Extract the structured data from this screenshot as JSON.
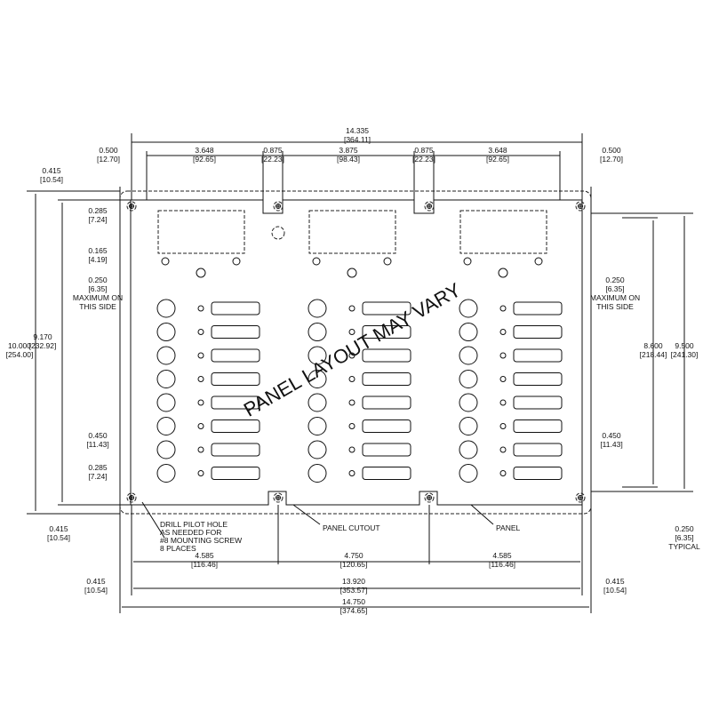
{
  "title": "Panel cutout drawing",
  "watermark": "PANEL LAYOUT MAY VARY",
  "top_dims": {
    "overall": [
      "14.335",
      "[364.11]"
    ],
    "left_margin": [
      "0.500",
      "[12.70]"
    ],
    "seg1": [
      "3.648",
      "[92.65]"
    ],
    "gap1": [
      "0.875",
      "[22.23]"
    ],
    "seg2": [
      "3.875",
      "[98.43]"
    ],
    "gap2": [
      "0.875",
      "[22.23]"
    ],
    "seg3": [
      "3.648",
      "[92.65]"
    ],
    "right_margin": [
      "0.500",
      "[12.70]"
    ],
    "corner": [
      "0.415",
      "[10.54]"
    ]
  },
  "left_dims": {
    "overall": [
      "10.000",
      "[254.00]"
    ],
    "inner": [
      "9.170",
      "[232.92]"
    ],
    "top_offset": [
      "0.285",
      "[7.24]"
    ],
    "top_offset2": [
      "0.165",
      "[4.19]"
    ],
    "side_max": [
      "0.250",
      "[6.35]",
      "MAXIMUM ON",
      "THIS SIDE"
    ],
    "lower": [
      "0.450",
      "[11.43]"
    ],
    "bottom_offset": [
      "0.285",
      "[7.24]"
    ],
    "bottom_corner": [
      "0.415",
      "[10.54]"
    ]
  },
  "right_dims": {
    "side_max": [
      "0.250",
      "[6.35]",
      "MAXIMUM ON",
      "THIS SIDE"
    ],
    "inner": [
      "8.600",
      "[218.44]"
    ],
    "overall": [
      "9.500",
      "[241.30]"
    ],
    "lower": [
      "0.450",
      "[11.43]"
    ],
    "typical": [
      "0.250",
      "[6.35]",
      "TYPICAL"
    ]
  },
  "bottom_dims": {
    "seg1": [
      "4.585",
      "[116.46]"
    ],
    "seg2": [
      "4.750",
      "[120.65]"
    ],
    "seg3": [
      "4.585",
      "[116.46]"
    ],
    "holes": [
      "13.920",
      "[353.57]"
    ],
    "overall": [
      "14.750",
      "[374.65]"
    ],
    "left_margin": [
      "0.415",
      "[10.54]"
    ],
    "right_margin": [
      "0.415",
      "[10.54]"
    ]
  },
  "callouts": {
    "drill": [
      "DRILL PILOT HOLE",
      "AS NEEDED FOR",
      "#8 MOUNTING SCREW",
      "8 PLACES"
    ],
    "cutout": "PANEL CUTOUT",
    "panel": "PANEL"
  }
}
